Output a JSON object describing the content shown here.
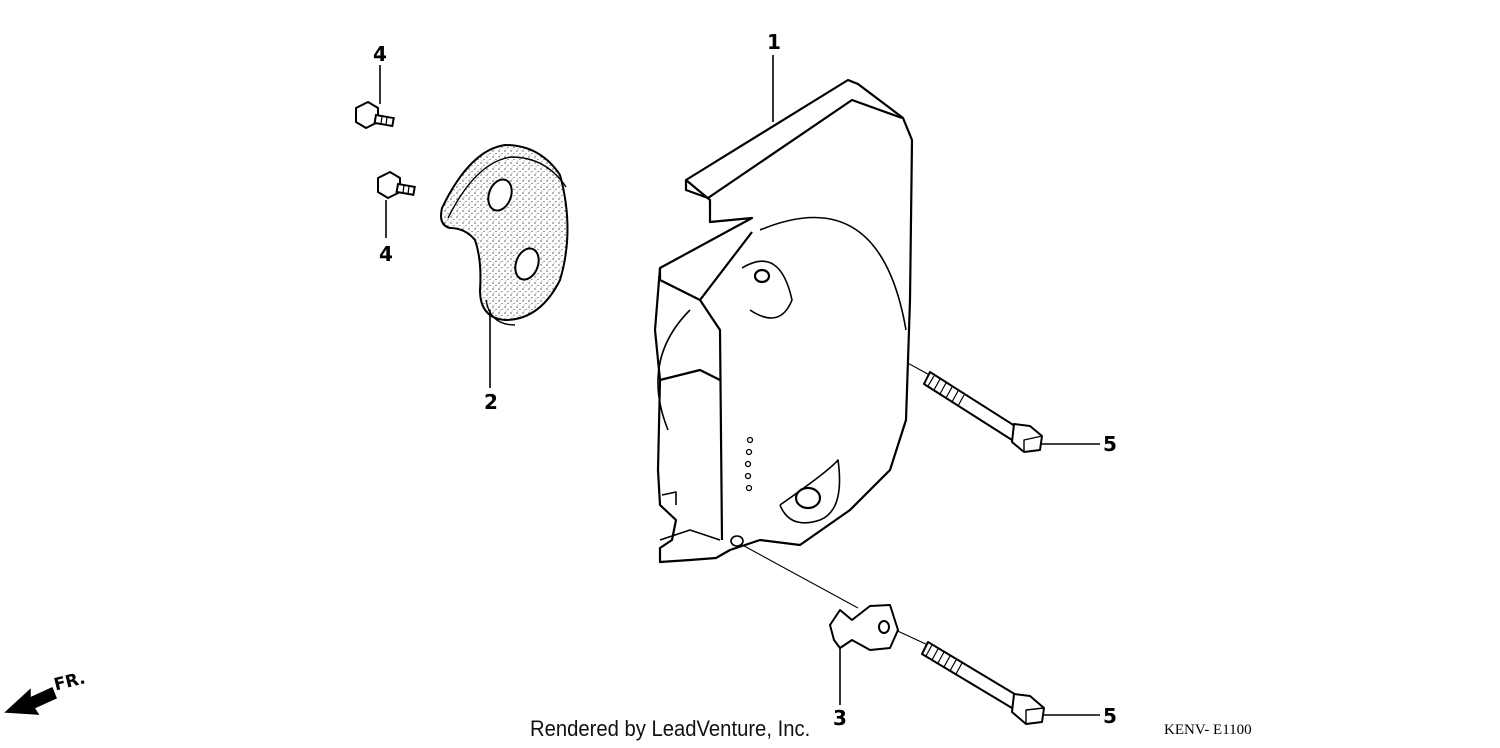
{
  "callouts": {
    "c1": "1",
    "c2": "2",
    "c3": "3",
    "c4a": "4",
    "c4b": "4",
    "c5a": "5",
    "c5b": "5"
  },
  "front_label": "FR.",
  "credit": "Rendered by LeadVenture, Inc.",
  "diagram_code": "KENV- E1100",
  "icons": {
    "front_arrow": "front-direction-arrow-icon"
  }
}
